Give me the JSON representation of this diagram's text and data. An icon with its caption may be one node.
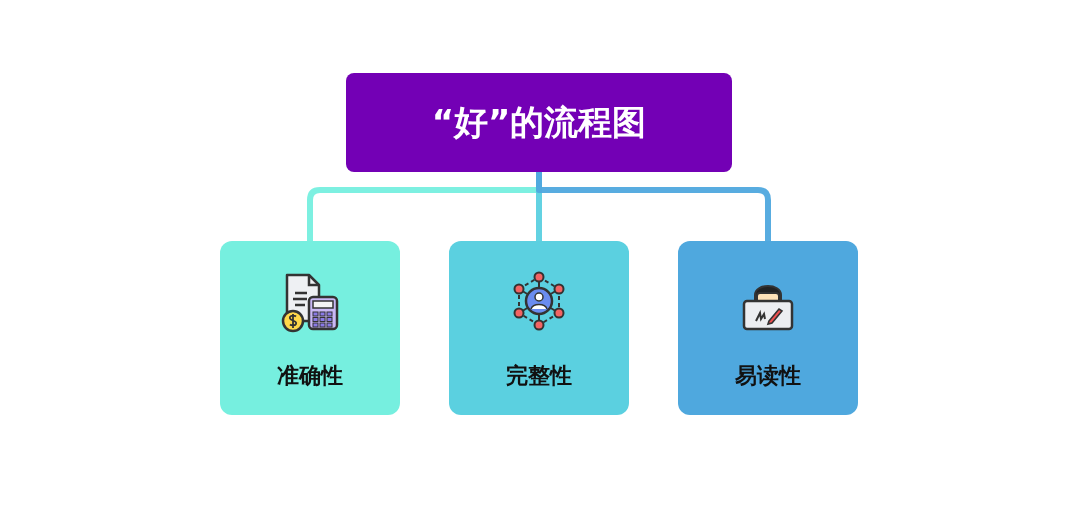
{
  "diagram": {
    "nodes": [
      {
        "text": [
          "“好”的流程图"
        ]
      },
      {
        "text": [
          "准确性"
        ]
      },
      {
        "text": [
          "完整性"
        ]
      },
      {
        "text": [
          "易读性"
        ]
      }
    ],
    "edges": [
      {
        "from": 0,
        "to": 1,
        "arrow": "none",
        "color": "#76efdf"
      },
      {
        "from": 0,
        "to": 2,
        "arrow": "none",
        "color": "#5bd0e0"
      },
      {
        "from": 0,
        "to": 3,
        "arrow": "none",
        "color": "#4fa8de"
      }
    ]
  }
}
